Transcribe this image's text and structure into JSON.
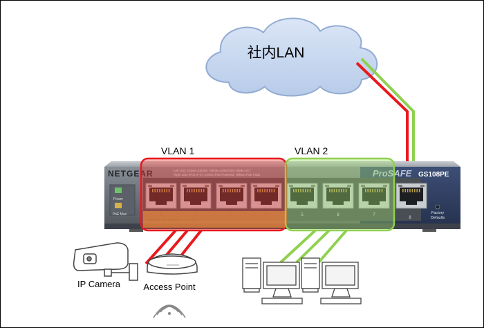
{
  "cloud": {
    "label": "社内LAN"
  },
  "vlans": [
    {
      "label": "VLAN 1",
      "ports": [
        "1",
        "2",
        "3",
        "4"
      ],
      "color": "#e8191e"
    },
    {
      "label": "VLAN 2",
      "ports": [
        "5",
        "6",
        "7"
      ],
      "color": "#8fd14f"
    }
  ],
  "switch": {
    "brand": "NETGEAR",
    "series": "ProSAFE",
    "model": "GS108PE",
    "led_power": "Power",
    "led_poe": "PoE Max",
    "led_legend_1": "Left LED: Green=1000M, Yellow=100M/10M, Blink=ACT",
    "led_legend_2": "Right LED (Port 1~4): Green=PoE Powered, Yellow=PoE Fault",
    "poe_note": "PoE Max. 15.4 watts/port, Port 1~4",
    "uplink_port": "8",
    "factory_label_1": "Factory",
    "factory_label_2": "Defaults"
  },
  "devices": {
    "camera_label": "IP Camera",
    "ap_label": "Access Point"
  },
  "colors": {
    "red": "#e8191e",
    "green": "#8fd14f"
  }
}
